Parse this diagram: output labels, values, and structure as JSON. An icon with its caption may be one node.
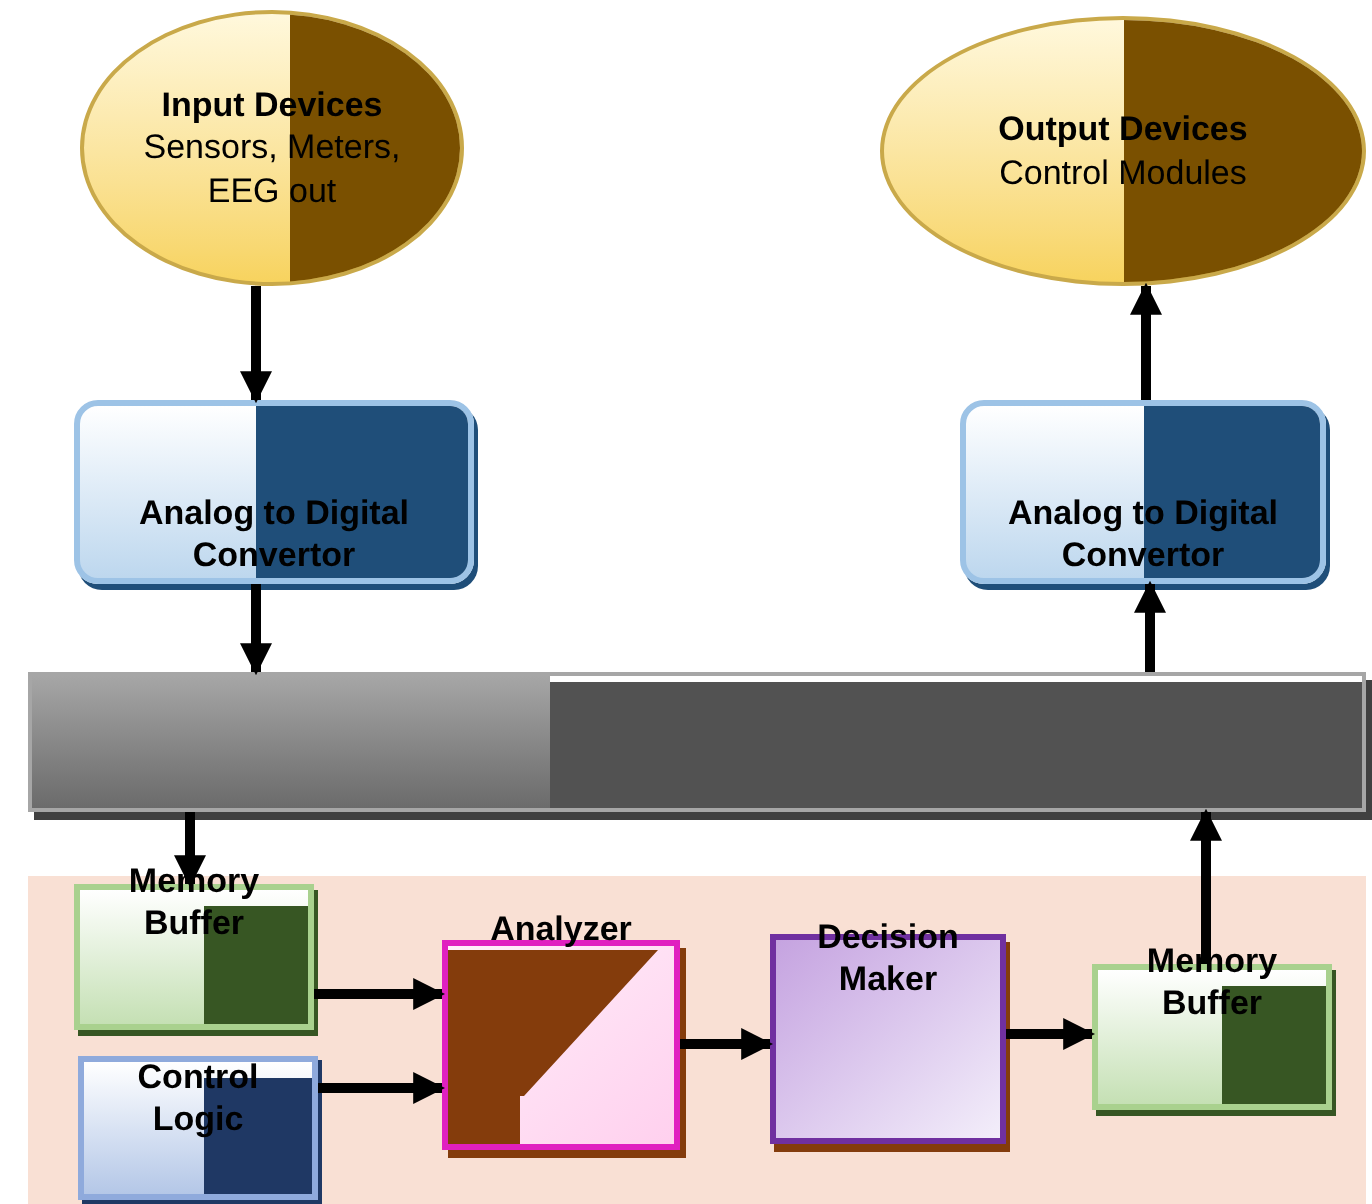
{
  "diagram": {
    "nodes": [
      {
        "text": [
          "Input Devices",
          "Sensors, Meters, EEG out"
        ]
      },
      {
        "text": [
          "Output Devices",
          "Control Modules"
        ]
      },
      {
        "text": [
          "Analog to Digital Convertor"
        ]
      },
      {
        "text": [
          "Analog to Digital Convertor"
        ]
      },
      {
        "text": [],
        "shape": "bar"
      },
      {
        "text": [],
        "shape": "box"
      },
      {
        "text": [
          "Memory Buffer"
        ],
        "in": 5
      },
      {
        "text": [
          "Control Logic"
        ],
        "in": 5
      },
      {
        "text": [
          "Analyzer"
        ],
        "in": 5
      },
      {
        "text": [
          "Decision Maker"
        ],
        "in": 5
      },
      {
        "text": [
          "Memory Buffer"
        ],
        "in": 5
      }
    ],
    "edges": [
      {
        "from": 0,
        "to": 2,
        "arrow": "to"
      },
      {
        "from": 2,
        "to": 4,
        "arrow": "to"
      },
      {
        "from": 4,
        "to": 6,
        "arrow": "to"
      },
      {
        "from": 6,
        "to": 8,
        "arrow": "to"
      },
      {
        "from": 7,
        "to": 8,
        "arrow": "to"
      },
      {
        "from": 8,
        "to": 9,
        "arrow": "to"
      },
      {
        "from": 9,
        "to": 10,
        "arrow": "to"
      },
      {
        "from": 10,
        "to": 4,
        "arrow": "to"
      },
      {
        "from": 4,
        "to": 3,
        "arrow": "to"
      },
      {
        "from": 3,
        "to": 1,
        "arrow": "to"
      }
    ]
  }
}
